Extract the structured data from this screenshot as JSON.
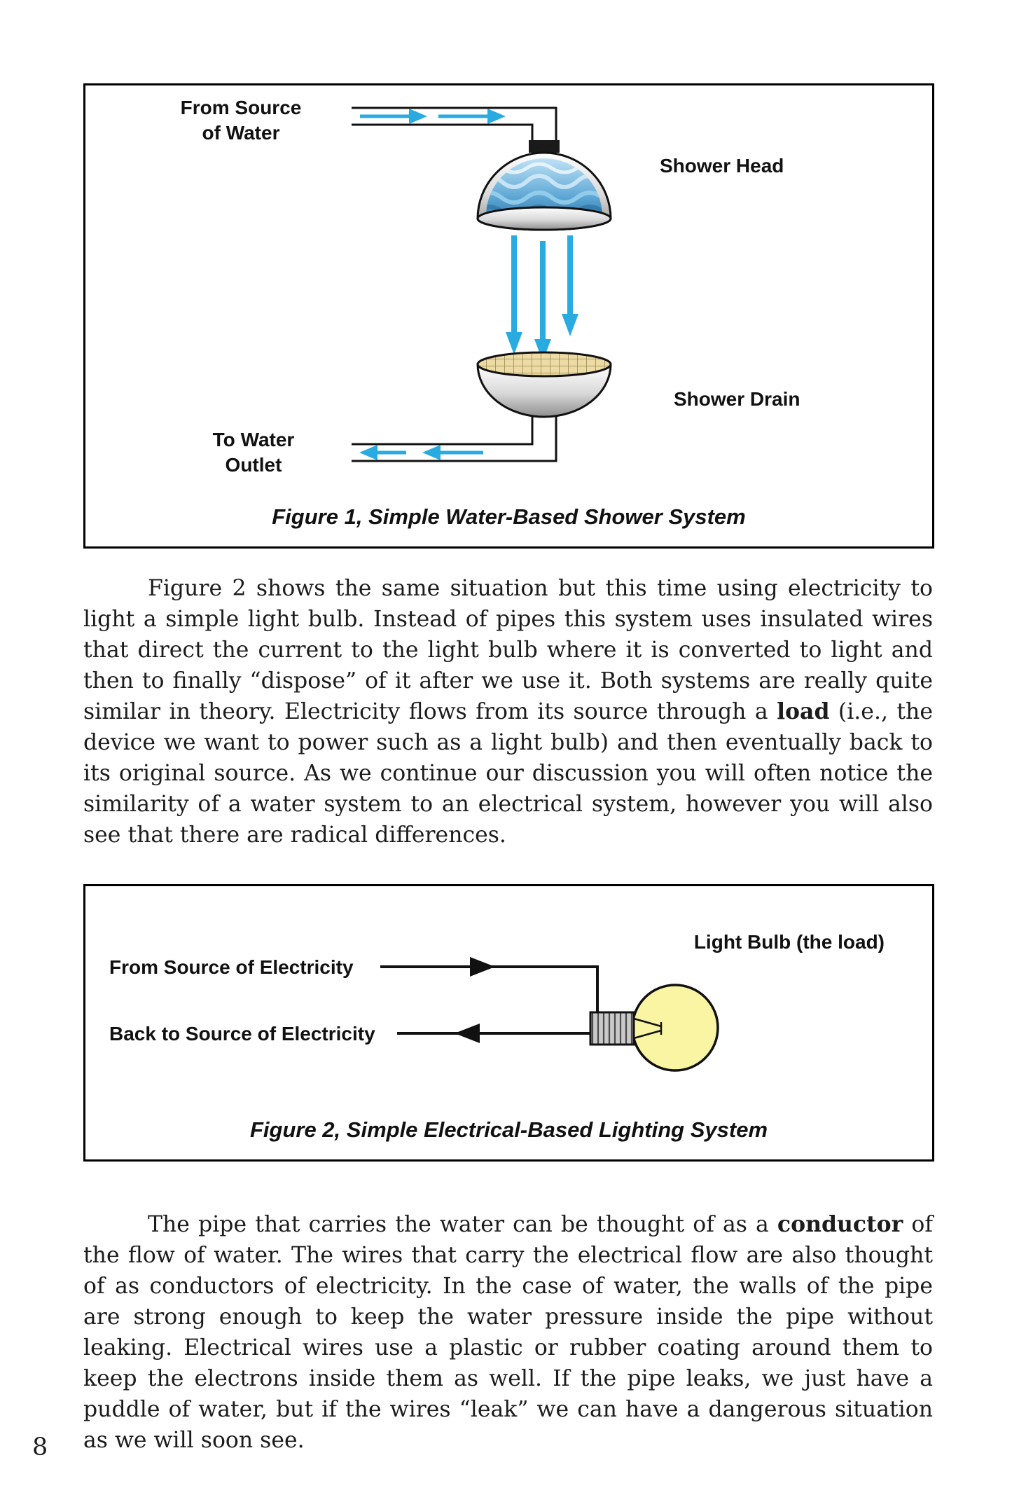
{
  "page_number": "8",
  "figure1": {
    "labels": {
      "from_source_line1": "From Source",
      "from_source_line2": "of Water",
      "shower_head": "Shower Head",
      "shower_drain": "Shower Drain",
      "to_outlet_line1": "To Water",
      "to_outlet_line2": "Outlet"
    },
    "caption": "Figure 1, Simple Water-Based Shower System"
  },
  "paragraph1": {
    "part1": "Figure 2 shows the same situation but this time using electricity to light a simple light bulb. Instead of pipes this system uses insulated wires that direct the current to the light bulb where it is converted to light and then to finally “dispose” of it after we use it. Both systems are really quite similar in theory. Electricity flows from its source through a ",
    "bold": "load",
    "part2": " (i.e., the device we want to power such as a light bulb) and then eventually back to its original source. As we continue our discussion you will often notice the similarity of a water system to an electrical system, however you will also see that there are radical differences."
  },
  "figure2": {
    "labels": {
      "light_bulb": "Light Bulb (the load)",
      "from_source": "From Source of Electricity",
      "back_to_source": "Back to Source of Electricity"
    },
    "caption": "Figure 2, Simple Electrical-Based Lighting System"
  },
  "paragraph2": {
    "part1": "The pipe that carries the water can be thought of as a ",
    "bold": "conductor",
    "part2": " of the flow of water. The wires that carry the electrical flow are also thought of as conductors of electricity. In the case of water, the walls of the pipe are strong enough to keep the water pressure inside the pipe without leaking. Electrical wires use a plastic or rubber coating around them to keep the electrons inside them as well. If the pipe leaks, we just have a puddle of water, but if the wires “leak” we can have a dangerous situation as we will soon see."
  },
  "colors": {
    "arrow_blue": "#29abe2",
    "bulb_yellow": "#f9f5a3",
    "drain_tan": "#ecdba4"
  }
}
